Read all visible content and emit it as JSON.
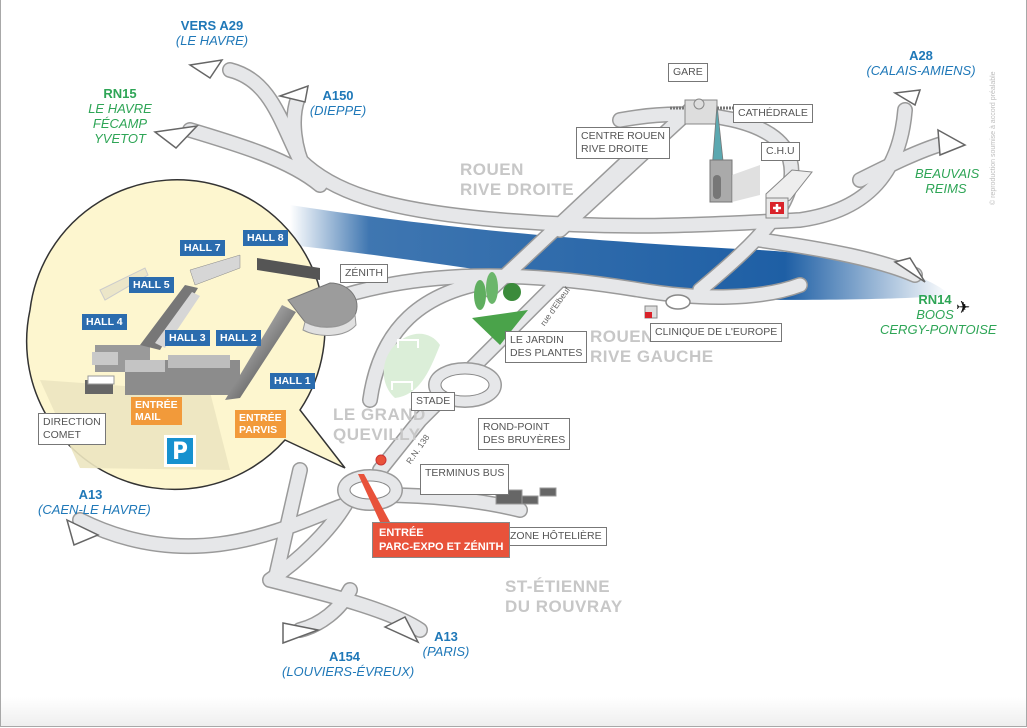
{
  "destinations": {
    "a29": {
      "code": "VERS A29",
      "place": "(LE HAVRE)"
    },
    "a150": {
      "code": "A150",
      "place": "(DIEPPE)"
    },
    "rn15": {
      "code": "RN15",
      "places": [
        "LE HAVRE",
        "FÉCAMP",
        "YVETOT"
      ]
    },
    "a28": {
      "code": "A28",
      "place": "(CALAIS-AMIENS)"
    },
    "beauvais": {
      "places": [
        "BEAUVAIS",
        "REIMS"
      ]
    },
    "rn14": {
      "code": "RN14",
      "places": [
        "BOOS",
        "CERGY-PONTOISE"
      ]
    },
    "a13_west": {
      "code": "A13",
      "place": "(CAEN-LE HAVRE)"
    },
    "a154": {
      "code": "A154",
      "place": "(LOUVIERS-ÉVREUX)"
    },
    "a13_east": {
      "code": "A13",
      "place": "(PARIS)"
    }
  },
  "districts": {
    "rive_droite": [
      "ROUEN",
      "RIVE DROITE"
    ],
    "rive_gauche": [
      "ROUEN",
      "RIVE GAUCHE"
    ],
    "grand_quevilly": [
      "LE GRAND",
      "QUEVILLY"
    ],
    "st_etienne": [
      "ST-ÉTIENNE",
      "DU ROUVRAY"
    ]
  },
  "landmarks": {
    "gare": "GARE",
    "cathedrale": "CATHÉDRALE",
    "centre_rouen": [
      "CENTRE ROUEN",
      "RIVE DROITE"
    ],
    "chu": "C.H.U",
    "clinique": "CLINIQUE DE L'EUROPE",
    "jardin": [
      "LE JARDIN",
      "DES PLANTES"
    ],
    "stade": "STADE",
    "rond_point": [
      "ROND-POINT",
      "DES BRUYÈRES"
    ],
    "terminus_bus": "TERMINUS BUS",
    "zone_hoteliere": "ZONE HÔTELIÈRE",
    "zenith": "ZÉNITH",
    "direction_comet": [
      "DIRECTION",
      "COMET"
    ]
  },
  "roads": {
    "rue_elbeuf": "rue d'Elbeuf",
    "rn138": "R.N. 138"
  },
  "halls": [
    "HALL 1",
    "HALL 2",
    "HALL 3",
    "HALL 4",
    "HALL 5",
    "HALL 7",
    "HALL 8"
  ],
  "entrances": {
    "mail": [
      "ENTRÉE",
      "MAIL"
    ],
    "parvis": [
      "ENTRÉE",
      "PARVIS"
    ],
    "main": [
      "ENTRÉE",
      "PARC-EXPO ET ZÉNITH"
    ]
  },
  "parking": "P",
  "airport_icon": "airplane-icon",
  "copyright": "© reproduction soumise à accord préalable",
  "colors": {
    "route_blue": "#1f78b8",
    "route_green": "#2ea556",
    "hall_blue": "#2b6cae",
    "entrance_orange": "#f29a3a",
    "main_entrance_red": "#e8523a",
    "river": "#1d5ea3",
    "road": "#e6e7e9",
    "inset_bg": "#fdf6cf",
    "parking_blue": "#1691cf"
  }
}
